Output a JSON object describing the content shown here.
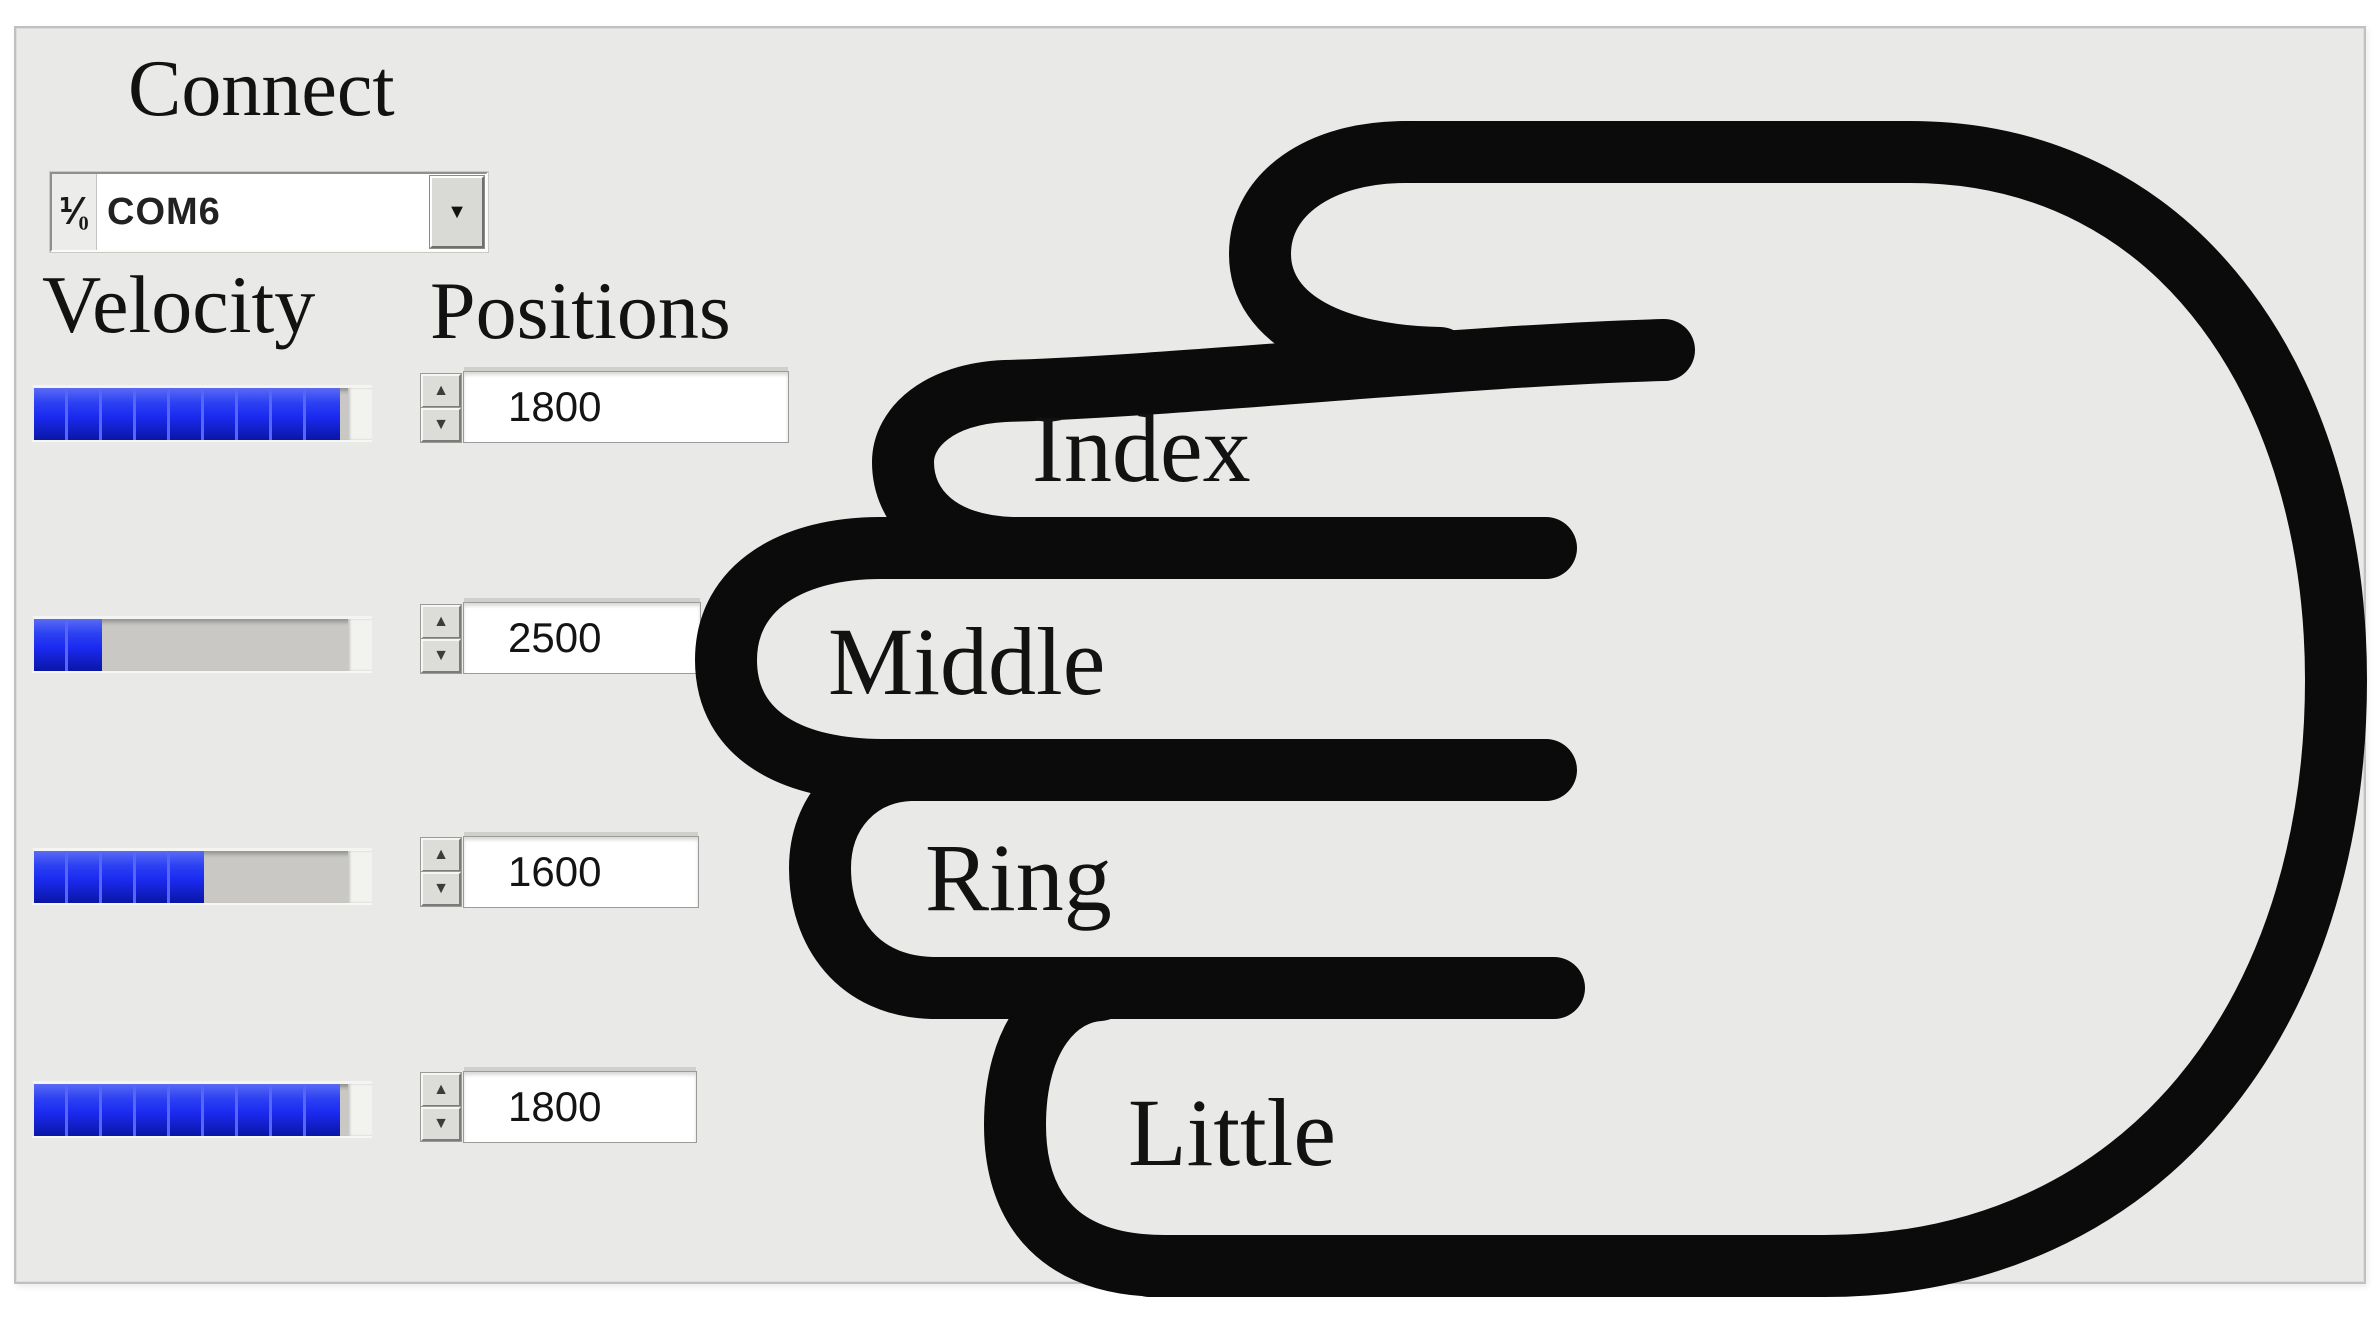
{
  "header": {
    "connect_label": "Connect",
    "velocity_label": "Velocity",
    "positions_label": "Positions"
  },
  "port_selector": {
    "io_glyph": "⅟₀",
    "value": "COM6",
    "dropdown_glyph": "▼"
  },
  "spinner": {
    "increment_glyph": "▲",
    "decrement_glyph": "▼"
  },
  "rows": [
    {
      "position": "1800",
      "velocity_segments": 9,
      "velocity_max": 10
    },
    {
      "position": "2500",
      "velocity_segments": 2,
      "velocity_max": 10
    },
    {
      "position": "1600",
      "velocity_segments": 5,
      "velocity_max": 10
    },
    {
      "position": "1800",
      "velocity_segments": 9,
      "velocity_max": 10
    }
  ],
  "hand": {
    "labels": [
      "Index",
      "Middle",
      "Ring",
      "Little"
    ]
  },
  "colors": {
    "velocity_fill": "#1b2af0",
    "panel_bg": "#e9e9e7",
    "ink": "#0b0b0b"
  }
}
